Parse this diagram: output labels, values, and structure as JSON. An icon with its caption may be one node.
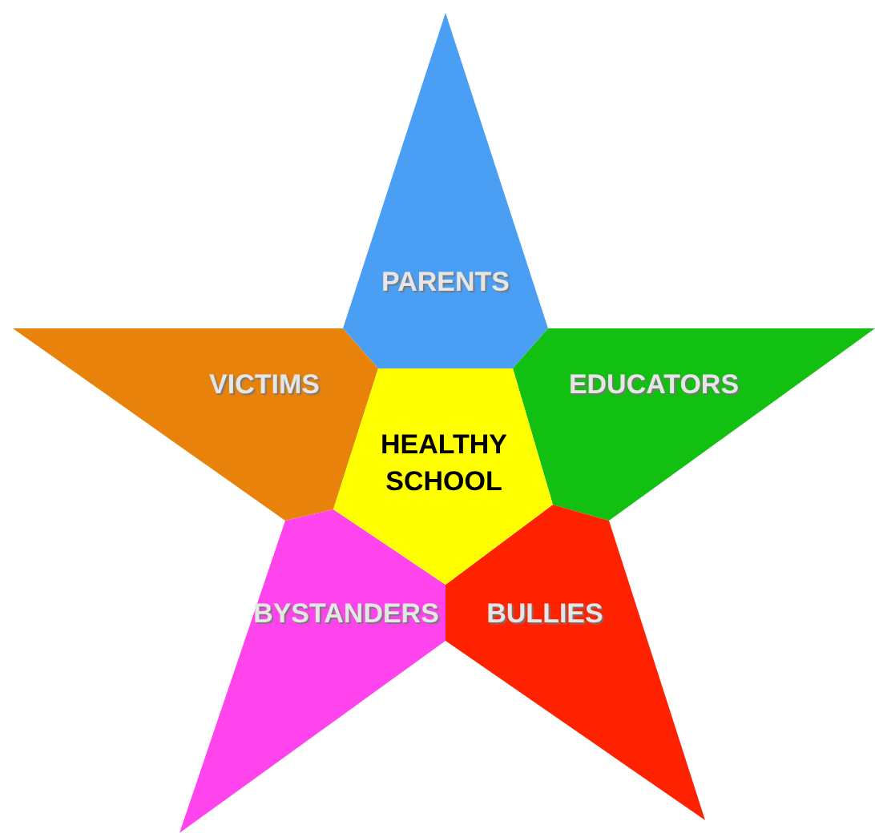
{
  "diagram": {
    "nodes": [
      {
        "text": [
          "PARENTS"
        ]
      },
      {
        "text": [
          "EDUCATORS"
        ]
      },
      {
        "text": [
          "BULLIES"
        ]
      },
      {
        "text": [
          "BYSTANDERS"
        ]
      },
      {
        "text": [
          "VICTIMS"
        ]
      },
      {
        "text": [
          "HEALTHY SCHOOL"
        ]
      }
    ]
  }
}
